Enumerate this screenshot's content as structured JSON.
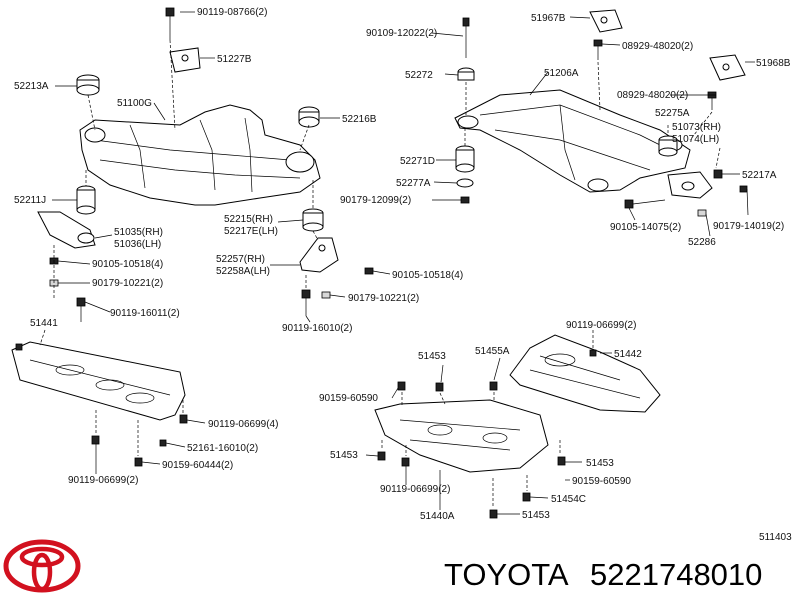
{
  "brand": {
    "name": "TOYOTA",
    "logo": "toyota-emblem",
    "color": "#d2111f"
  },
  "part_number": "5221748010",
  "ref_code": "511403",
  "labels": {
    "l_90119_08766": "90119-08766(2)",
    "l_51227B": "51227B",
    "l_52213A": "52213A",
    "l_51100G": "51100G",
    "l_52216B": "52216B",
    "l_52211J": "52211J",
    "l_51035": "51035(RH)",
    "l_51036": "51036(LH)",
    "l_52215": "52215(RH)",
    "l_52217E": "52217E(LH)",
    "l_52257": "52257(RH)",
    "l_52258A": "52258A(LH)",
    "l_90105_10518_a": "90105-10518(4)",
    "l_90179_10221_a": "90179-10221(2)",
    "l_90119_16011": "90119-16011(2)",
    "l_90105_10518_b": "90105-10518(4)",
    "l_90179_10221_b": "90179-10221(2)",
    "l_90119_16010": "90119-16010(2)",
    "l_51441": "51441",
    "l_90119_06699_4": "90119-06699(4)",
    "l_52161": "52161-16010(2)",
    "l_90159_60444": "90159-60444(2)",
    "l_90119_06699_2a": "90119-06699(2)",
    "l_90109_12022": "90109-12022(2)",
    "l_51967B": "51967B",
    "l_08929_a": "08929-48020(2)",
    "l_51968B": "51968B",
    "l_52272": "52272",
    "l_51206A": "51206A",
    "l_08929_b": "08929-48020(2)",
    "l_52275A": "52275A",
    "l_51073": "51073(RH)",
    "l_51074": "51074(LH)",
    "l_52271D": "52271D",
    "l_52277A": "52277A",
    "l_52217A": "52217A",
    "l_90179_12099": "90179-12099(2)",
    "l_90105_14075": "90105-14075(2)",
    "l_90179_14019": "90179-14019(2)",
    "l_52286": "52286",
    "l_90119_06699_2b": "90119-06699(2)",
    "l_51453_a": "51453",
    "l_51455A": "51455A",
    "l_51442": "51442",
    "l_90159_60590_a": "90159-60590",
    "l_51453_b": "51453",
    "l_51453_c": "51453",
    "l_90159_60590_b": "90159-60590",
    "l_90119_06699_2c": "90119-06699(2)",
    "l_51454C": "51454C",
    "l_51440A": "51440A",
    "l_51453_d": "51453"
  }
}
